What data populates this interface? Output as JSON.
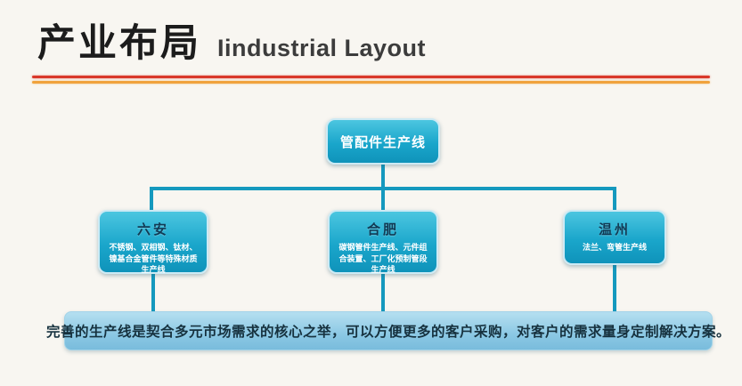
{
  "header": {
    "title_cn": "产业布局",
    "title_en": "Iindustrial Layout"
  },
  "diagram": {
    "root": {
      "label": "管配件生产线"
    },
    "children": [
      {
        "title": "六安",
        "subtitle": "不锈钢、双相钢、钛材、镍基合金管件等特殊材质生产线"
      },
      {
        "title": "合肥",
        "subtitle": "碳钢管件生产线、元件组合装置、工厂化预制管段生产线"
      },
      {
        "title": "温州",
        "subtitle": "法兰、弯管生产线"
      }
    ],
    "summary": "完善的生产线是契合多元市场需求的核心之举，可以方便更多的客户采购，对客户的需求量身定制解决方案。"
  },
  "colors": {
    "node_fill": "#1aa6cb",
    "connector": "#1599be",
    "summary_bar": "#8bc8e4",
    "divider_red": "#d9382a",
    "divider_orange": "#f0a23c",
    "background": "#f8f6f1"
  }
}
